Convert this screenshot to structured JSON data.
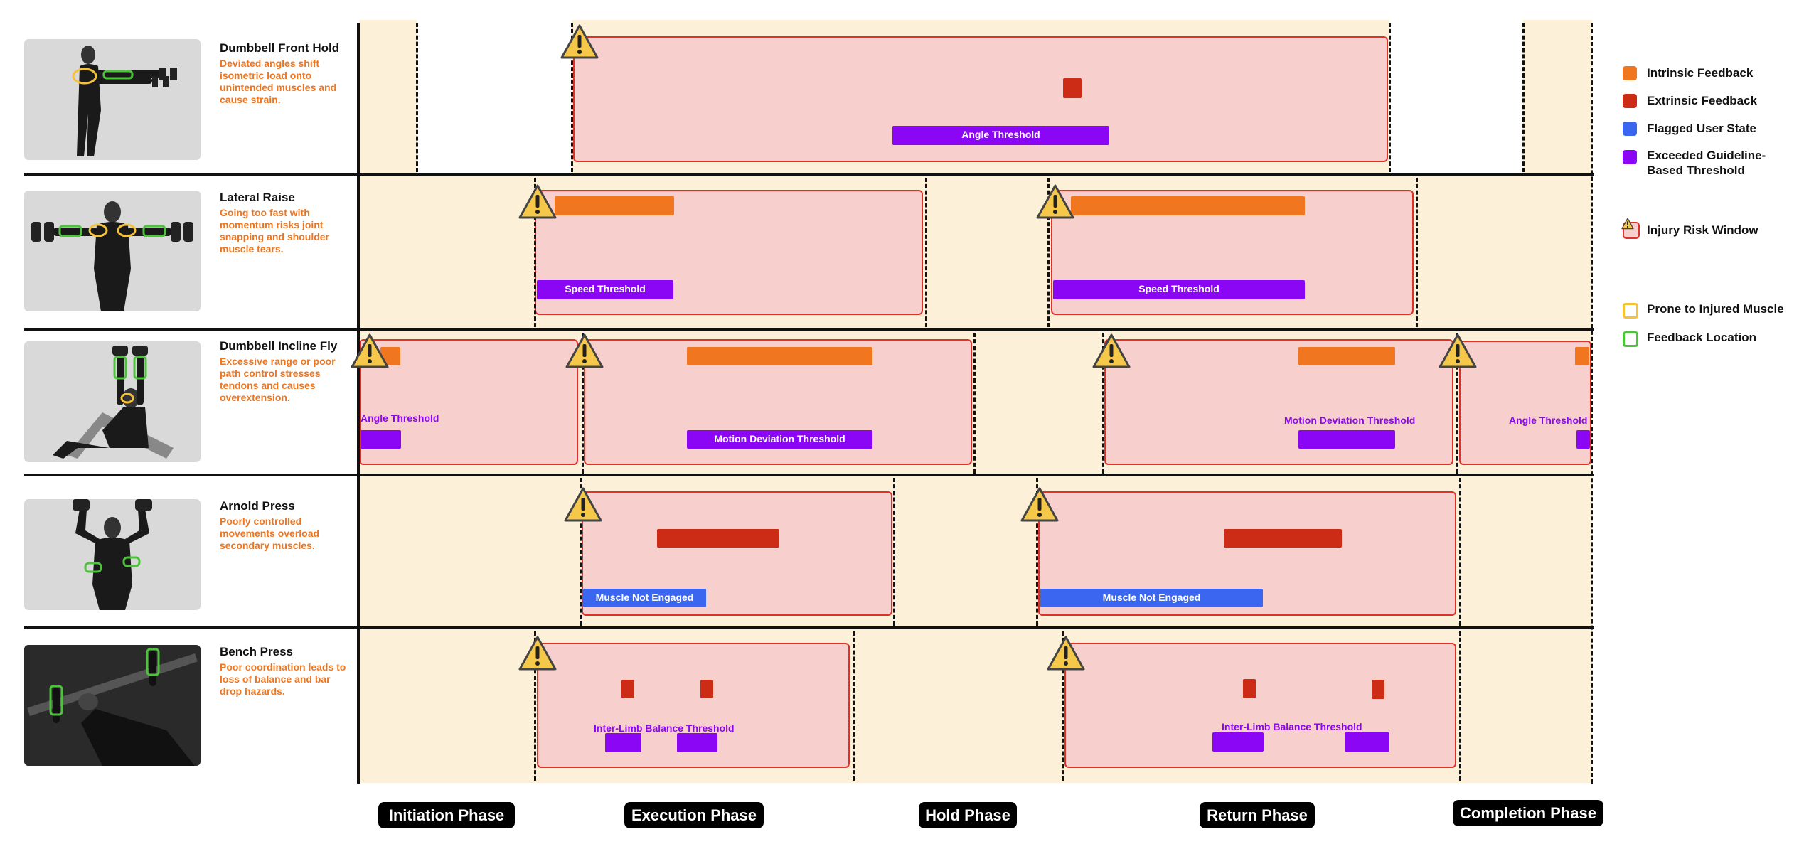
{
  "exercises": [
    {
      "name": "Dumbbell Front Hold",
      "description": "Deviated angles shift isometric load onto unintended muscles and cause strain."
    },
    {
      "name": "Lateral Raise",
      "description": "Going too fast with momentum risks joint snapping and shoulder muscle tears."
    },
    {
      "name": "Dumbbell Incline Fly",
      "description": "Excessive range or poor path control stresses tendons and causes overextension."
    },
    {
      "name": "Arnold Press",
      "description": "Poorly controlled movements overload secondary muscles."
    },
    {
      "name": "Bench Press",
      "description": "Poor coordination leads to loss of balance and bar drop hazards."
    }
  ],
  "thresholds": {
    "angle": "Angle Threshold",
    "speed": "Speed Threshold",
    "motion_deviation": "Motion Deviation Threshold",
    "muscle_not_engaged": "Muscle Not Engaged",
    "inter_limb": "Inter-Limb Balance Threshold"
  },
  "phases": [
    "Initiation Phase",
    "Execution Phase",
    "Hold Phase",
    "Return Phase",
    "Completion Phase"
  ],
  "legend": {
    "intrinsic": "Intrinsic Feedback",
    "extrinsic": "Extrinsic Feedback",
    "flagged": "Flagged User State",
    "exceeded_1": "Exceeded Guideline-",
    "exceeded_2": "Based Threshold",
    "injury_window": "Injury Risk Window",
    "prone": "Prone to Injured Muscle",
    "feedback_loc": "Feedback Location"
  },
  "colors": {
    "intrinsic": "#f07620",
    "extrinsic": "#cc2c16",
    "flagged": "#3a66f0",
    "threshold": "#8a06f5",
    "risk_fill": "#f7cfcc",
    "risk_border": "#e0302a",
    "phase_band": "#fcf0d8",
    "prone_outline": "#f5c23a",
    "feedback_outline": "#4cc43a"
  },
  "icons": [
    "warning-icon",
    "person-figure-icon"
  ]
}
